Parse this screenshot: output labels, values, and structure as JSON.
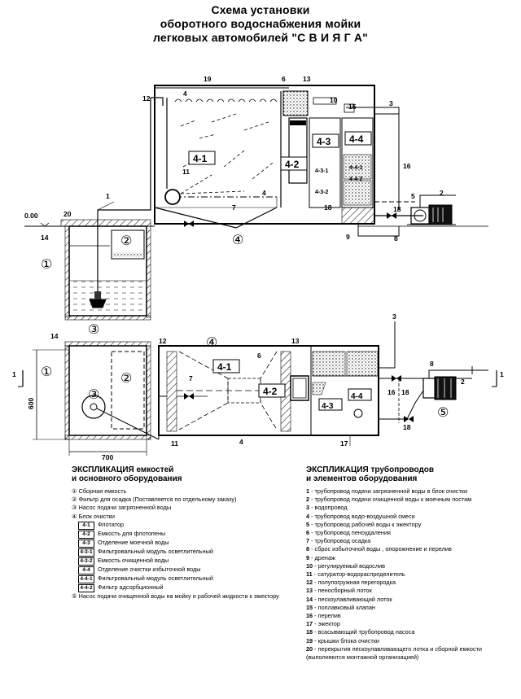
{
  "title": {
    "line1": "Схема установки",
    "line2": "оборотного водоснабжения мойки",
    "line3": "легковых автомобилей \"С В И Я Г А\""
  },
  "labels": {
    "elev": "0.00",
    "dim_600": "600",
    "dim_700": "700",
    "section_mark": "1",
    "n1": "1",
    "n2": "2",
    "n3": "3",
    "n4": "4",
    "n5": "5",
    "n6": "6",
    "n7": "7",
    "n8": "8",
    "n9": "9",
    "n10": "10",
    "n11": "11",
    "n12": "12",
    "n13": "13",
    "n14": "14",
    "n15": "15",
    "n16": "16",
    "n17": "17",
    "n18": "18",
    "n19": "19",
    "n20": "20",
    "b41": "4-1",
    "b42": "4-2",
    "b43": "4-3",
    "b44": "4-4",
    "b431": "4-3-1",
    "b432": "4-3-2",
    "b441": "4-4-1",
    "b442": "4-4-2",
    "c1": "①",
    "c2": "②",
    "c3": "③",
    "c4": "④",
    "c5": "⑤"
  },
  "legend_left": {
    "title1": "ЭКСПЛИКАЦИЯ емкостей",
    "title2": "и основного оборудования",
    "items": [
      {
        "mark": "①",
        "text": "Сборная емкость"
      },
      {
        "mark": "②",
        "text": "Фильтр для осадка (Поставляется по отдельному заказу)"
      },
      {
        "mark": "③",
        "text": "Насос подачи загрязненной воды"
      },
      {
        "mark": "④",
        "text": "Блок очистки"
      }
    ],
    "sub_items": [
      {
        "code": "4-1",
        "text": "Флотатор"
      },
      {
        "code": "4-2",
        "text": "Емкость для флотопены"
      },
      {
        "code": "4-3",
        "text": "Отделение моечной воды"
      },
      {
        "code": "4-3-1",
        "text": "Фильтровальный модуль осветлительный"
      },
      {
        "code": "4-3-2",
        "text": "Емкость очищенной воды"
      },
      {
        "code": "4-4",
        "text": "Отделение очистки избыточной воды"
      },
      {
        "code": "4-4-1",
        "text": "Фильтровальный модуль осветлительный"
      },
      {
        "code": "4-4-2",
        "text": "Фильтр адсорбционный"
      }
    ],
    "last_mark": "⑤",
    "last_text": "Насос подачи очищенной воды на мойку и рабочей жидкости к эжектору"
  },
  "legend_right": {
    "title1": "ЭКСПЛИКАЦИЯ трубопроводов",
    "title2": "и элементов оборудования",
    "items": [
      {
        "n": "1",
        "text": "- трубопровод подачи загрязненной воды в блок очистки"
      },
      {
        "n": "2",
        "text": "- трубопровод подачи очищенной воды к моечным постам"
      },
      {
        "n": "3",
        "text": "- водопровод"
      },
      {
        "n": "4",
        "text": "- трубопровод водо-воздушной смеси"
      },
      {
        "n": "5",
        "text": "- трубопровод рабочей воды к эжектору"
      },
      {
        "n": "6",
        "text": "- трубопровод пеноудаления"
      },
      {
        "n": "7",
        "text": "- трубопровод осадка"
      },
      {
        "n": "8",
        "text": "- сброс избыточной воды , опорожнение и перелив"
      },
      {
        "n": "9",
        "text": "- дренаж"
      },
      {
        "n": "10",
        "text": "- регулируемый водослив"
      },
      {
        "n": "11",
        "text": "- сатуратор-водораспределитель"
      },
      {
        "n": "12",
        "text": "- полупогружная перегородка"
      },
      {
        "n": "13",
        "text": "- пеносборный лоток"
      },
      {
        "n": "14",
        "text": "- пескоулавливающий лоток"
      },
      {
        "n": "15",
        "text": "- поплавковый клапан"
      },
      {
        "n": "16",
        "text": "- перелив"
      },
      {
        "n": "17",
        "text": "- эжектор"
      },
      {
        "n": "18",
        "text": "- всасывающий трубопровод насоса"
      },
      {
        "n": "19",
        "text": "- крышки блока очистки"
      },
      {
        "n": "20",
        "text": "- перекрытия пескоулавливающего лотка и сборной емкости (выполняются монтажной организацией)"
      }
    ]
  }
}
